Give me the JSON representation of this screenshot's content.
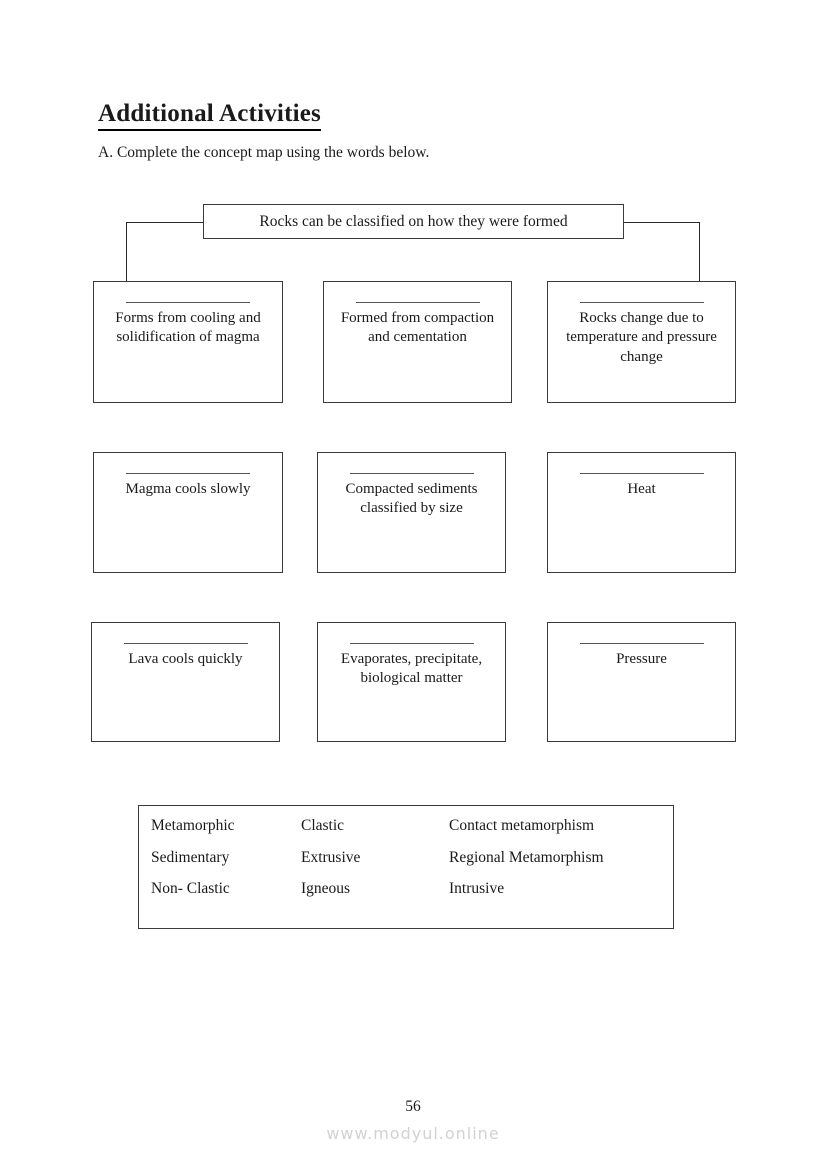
{
  "page": {
    "title": "Additional Activities",
    "instruction": "A. Complete the concept map using the words below.",
    "page_number": "56",
    "watermark": "www.modyul.online"
  },
  "concept_map": {
    "root": {
      "label": "Rocks can be classified on how they were formed"
    },
    "rows": [
      {
        "nodes": [
          {
            "blank": "",
            "text": "Forms from cooling and solidification of magma"
          },
          {
            "blank": "",
            "text": "Formed from compaction and cementation"
          },
          {
            "blank": "",
            "text": "Rocks change due to temperature and pressure change"
          }
        ]
      },
      {
        "nodes": [
          {
            "blank": "",
            "text": "Magma cools slowly"
          },
          {
            "blank": "",
            "text": "Compacted sediments classified by size"
          },
          {
            "blank": "",
            "text": "Heat"
          }
        ]
      },
      {
        "nodes": [
          {
            "blank": "",
            "text": "Lava cools quickly"
          },
          {
            "blank": "",
            "text": "Evaporates, precipitate, biological matter"
          },
          {
            "blank": "",
            "text": "Pressure"
          }
        ]
      }
    ]
  },
  "word_bank": {
    "rows": [
      [
        "Metamorphic",
        "Clastic",
        "Contact metamorphism"
      ],
      [
        "Sedimentary",
        "Extrusive",
        "Regional Metamorphism"
      ],
      [
        "Non- Clastic",
        "Igneous",
        "Intrusive"
      ]
    ]
  },
  "colors": {
    "text": "#1a1a1a",
    "border": "#3a3a3a",
    "watermark": "#d2d2d2"
  }
}
